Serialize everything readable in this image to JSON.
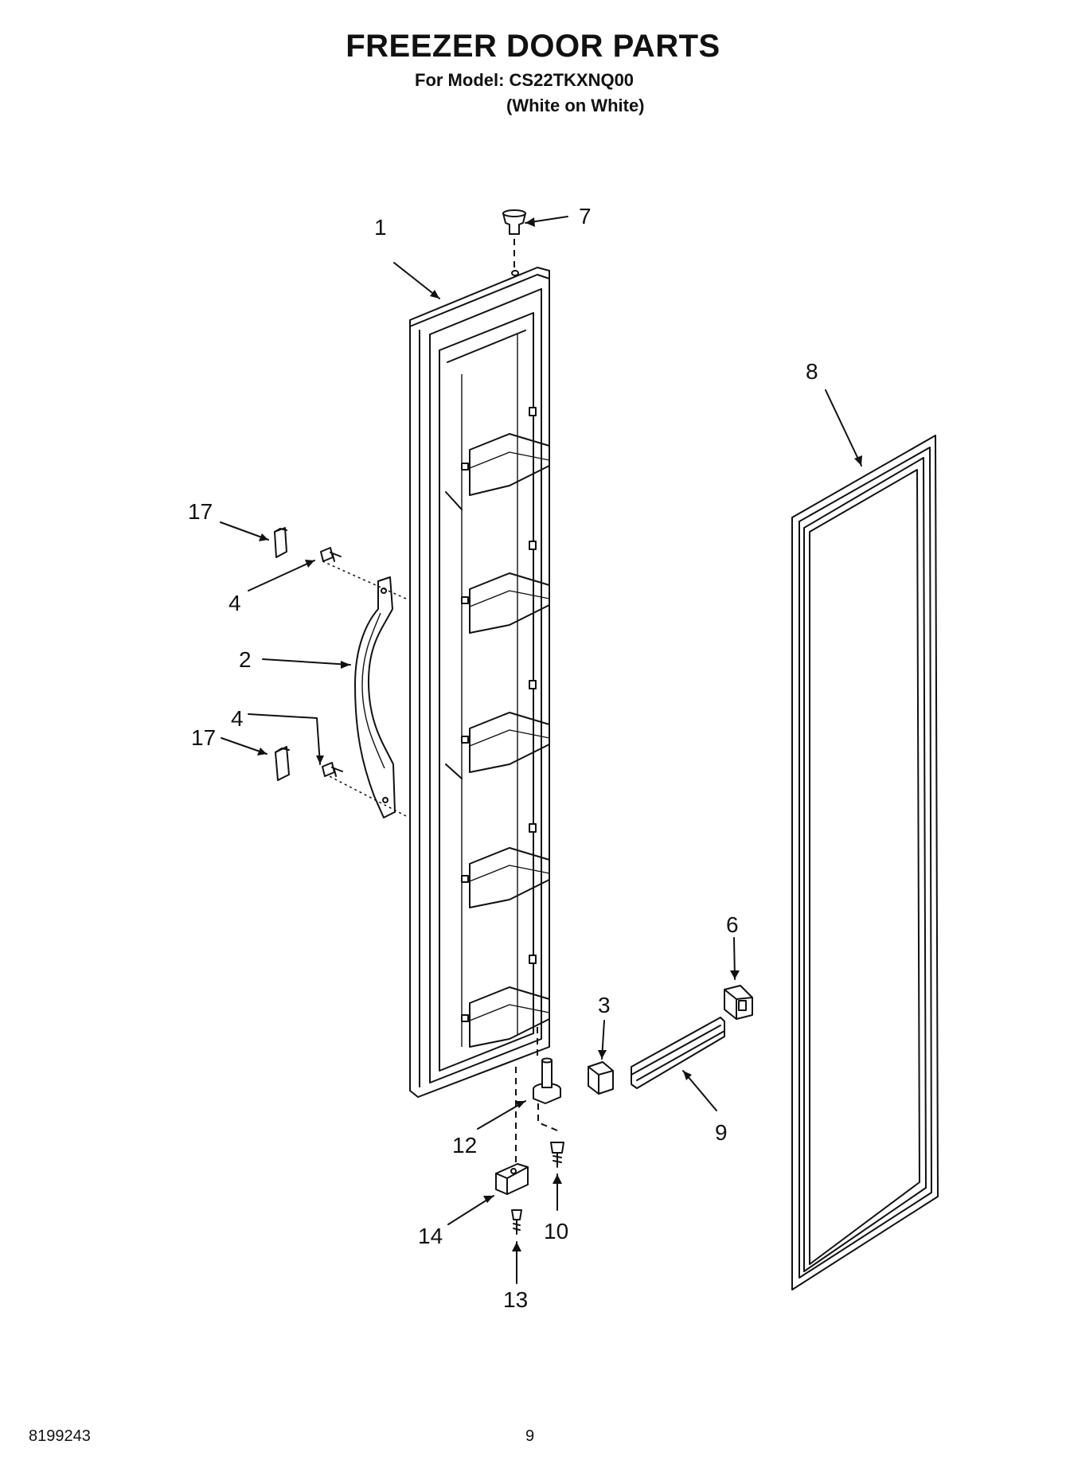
{
  "header": {
    "title": "FREEZER DOOR PARTS",
    "model_line": "For Model: CS22TKXNQ00",
    "variant_line": "(White on White)"
  },
  "footer": {
    "doc_number": "8199243",
    "page_number": "9"
  },
  "callouts": {
    "c1": "1",
    "c2": "2",
    "c3": "3",
    "c4a": "4",
    "c4b": "4",
    "c6": "6",
    "c7": "7",
    "c8": "8",
    "c9": "9",
    "c10": "10",
    "c12": "12",
    "c13": "13",
    "c14": "14",
    "c17a": "17",
    "c17b": "17"
  }
}
